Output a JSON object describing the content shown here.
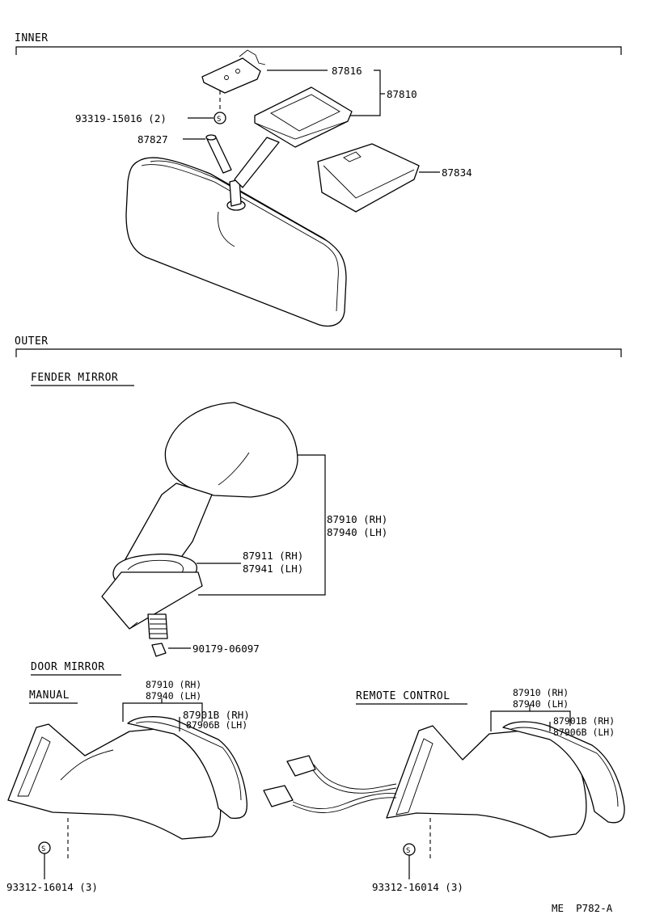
{
  "sections": {
    "inner": "INNER",
    "outer": "OUTER",
    "fender_mirror": "FENDER MIRROR",
    "door_mirror": "DOOR MIRROR",
    "manual": "MANUAL",
    "remote_control": "REMOTE CONTROL"
  },
  "inner_parts": {
    "p87816": "87816",
    "p87810": "87810",
    "p93319": "93319-15016 (2)",
    "p87827": "87827",
    "p87834": "87834",
    "clip_symbol": "S"
  },
  "fender_parts": {
    "p87910_rh": "87910 (RH)",
    "p87940_lh": "87940 (LH)",
    "p87911_rh": "87911 (RH)",
    "p87941_lh": "87941 (LH)",
    "p90179": "90179-06097"
  },
  "manual_parts": {
    "p87910_rh": "87910 (RH)",
    "p87940_lh": "87940 (LH)",
    "p87901b_rh": "87901B (RH)",
    "p87906b_lh": "87906B (LH)",
    "p93312": "93312-16014 (3)",
    "clip_symbol": "S"
  },
  "remote_parts": {
    "p87910_rh": "87910 (RH)",
    "p87940_lh": "87940 (LH)",
    "p87901b_rh": "87901B (RH)",
    "p87906b_lh": "87906B (LH)",
    "p93312": "93312-16014 (3)",
    "clip_symbol": "S"
  },
  "footer_code": "ME  P782-A"
}
